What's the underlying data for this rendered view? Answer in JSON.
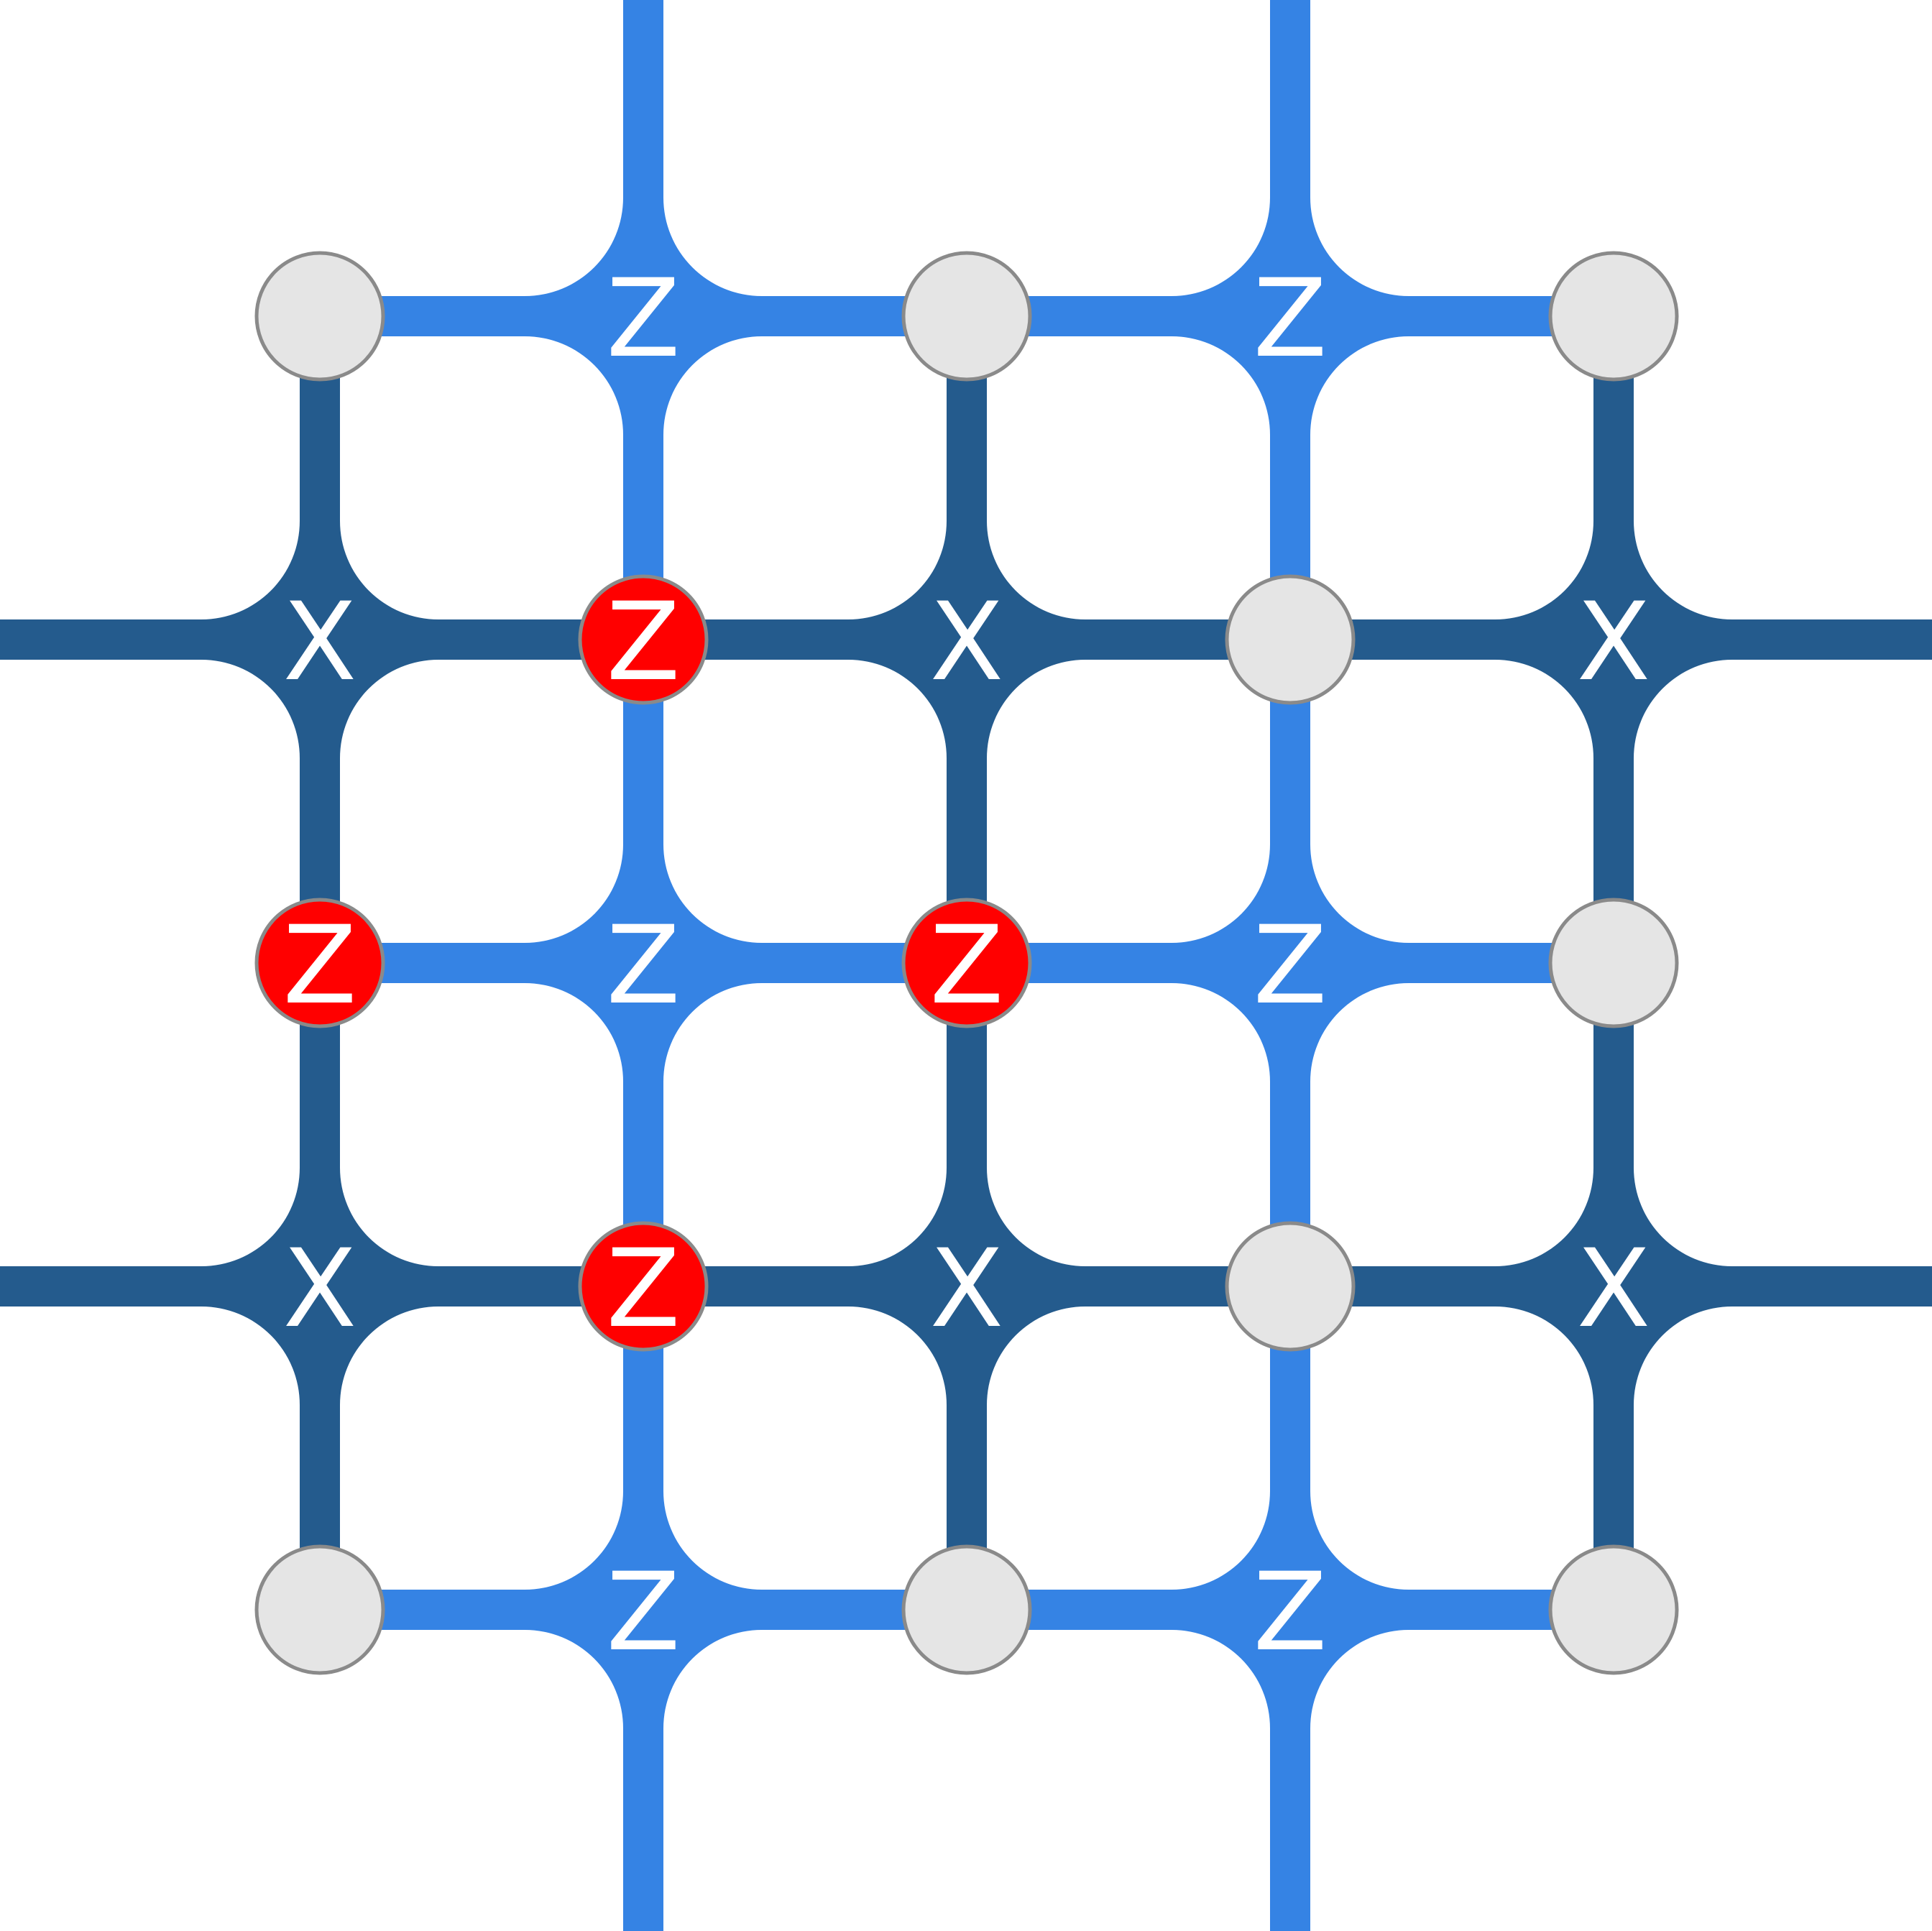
{
  "colors": {
    "x_stabilizer": "#245b8d",
    "z_stabilizer": "#3583e4",
    "qubit_idle_fill": "#e5e5e5",
    "qubit_idle_stroke": "#8a8a8a",
    "qubit_error_fill": "#ff0000",
    "label_color": "#ffffff",
    "background": "#ffffff"
  },
  "stabilizers": [
    {
      "id": "z-top-left",
      "type": "Z",
      "label": "Z",
      "row": 0,
      "col": 1
    },
    {
      "id": "z-top-right",
      "type": "Z",
      "label": "Z",
      "row": 0,
      "col": 3
    },
    {
      "id": "x-upper-left",
      "type": "X",
      "label": "X",
      "row": 1,
      "col": 0
    },
    {
      "id": "x-upper-mid",
      "type": "X",
      "label": "X",
      "row": 1,
      "col": 2
    },
    {
      "id": "x-upper-right",
      "type": "X",
      "label": "X",
      "row": 1,
      "col": 4
    },
    {
      "id": "z-mid-left",
      "type": "Z",
      "label": "Z",
      "row": 2,
      "col": 1
    },
    {
      "id": "z-mid-right",
      "type": "Z",
      "label": "Z",
      "row": 2,
      "col": 3
    },
    {
      "id": "x-lower-left",
      "type": "X",
      "label": "X",
      "row": 3,
      "col": 0
    },
    {
      "id": "x-lower-mid",
      "type": "X",
      "label": "X",
      "row": 3,
      "col": 2
    },
    {
      "id": "x-lower-right",
      "type": "X",
      "label": "X",
      "row": 3,
      "col": 4
    },
    {
      "id": "z-bottom-left",
      "type": "Z",
      "label": "Z",
      "row": 4,
      "col": 1
    },
    {
      "id": "z-bottom-right",
      "type": "Z",
      "label": "Z",
      "row": 4,
      "col": 3
    }
  ],
  "qubits": [
    {
      "id": "q-0-0",
      "row": 0,
      "col": 0,
      "error": false,
      "label": ""
    },
    {
      "id": "q-0-2",
      "row": 0,
      "col": 2,
      "error": false,
      "label": ""
    },
    {
      "id": "q-0-4",
      "row": 0,
      "col": 4,
      "error": false,
      "label": ""
    },
    {
      "id": "q-1-1",
      "row": 1,
      "col": 1,
      "error": true,
      "label": "Z"
    },
    {
      "id": "q-1-3",
      "row": 1,
      "col": 3,
      "error": false,
      "label": ""
    },
    {
      "id": "q-2-0",
      "row": 2,
      "col": 0,
      "error": true,
      "label": "Z"
    },
    {
      "id": "q-2-2",
      "row": 2,
      "col": 2,
      "error": true,
      "label": "Z"
    },
    {
      "id": "q-2-4",
      "row": 2,
      "col": 4,
      "error": false,
      "label": ""
    },
    {
      "id": "q-3-1",
      "row": 3,
      "col": 1,
      "error": true,
      "label": "Z"
    },
    {
      "id": "q-3-3",
      "row": 3,
      "col": 3,
      "error": false,
      "label": ""
    },
    {
      "id": "q-4-0",
      "row": 4,
      "col": 0,
      "error": false,
      "label": ""
    },
    {
      "id": "q-4-2",
      "row": 4,
      "col": 2,
      "error": false,
      "label": ""
    },
    {
      "id": "q-4-4",
      "row": 4,
      "col": 4,
      "error": false,
      "label": ""
    }
  ]
}
